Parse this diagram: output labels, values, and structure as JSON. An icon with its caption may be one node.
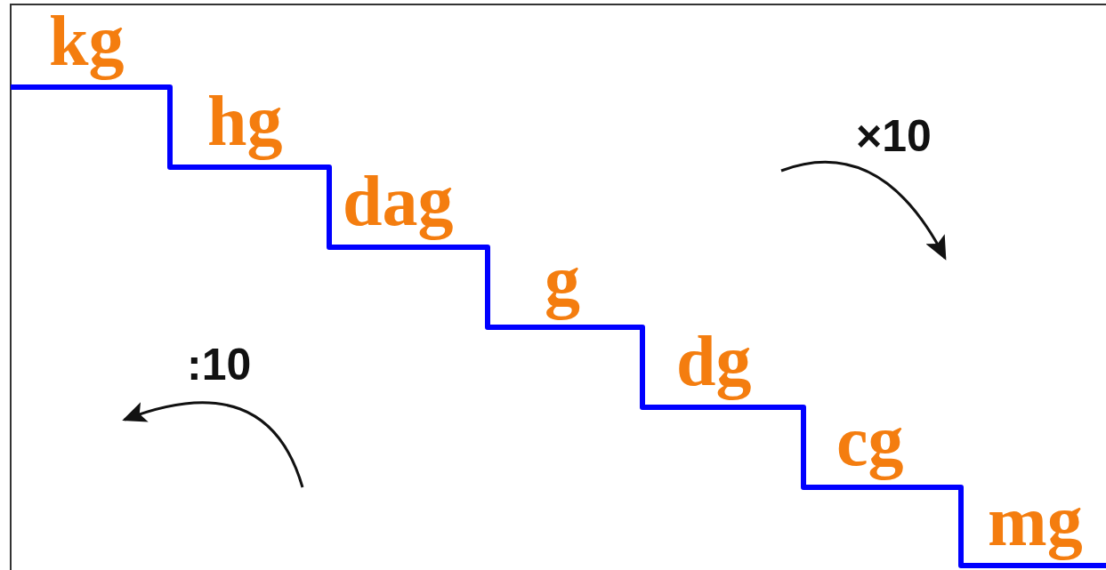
{
  "diagram": {
    "labels": [
      "kg",
      "hg",
      "×10",
      "dag",
      "g",
      "dg",
      ":10",
      "cg",
      "mg"
    ]
  }
}
